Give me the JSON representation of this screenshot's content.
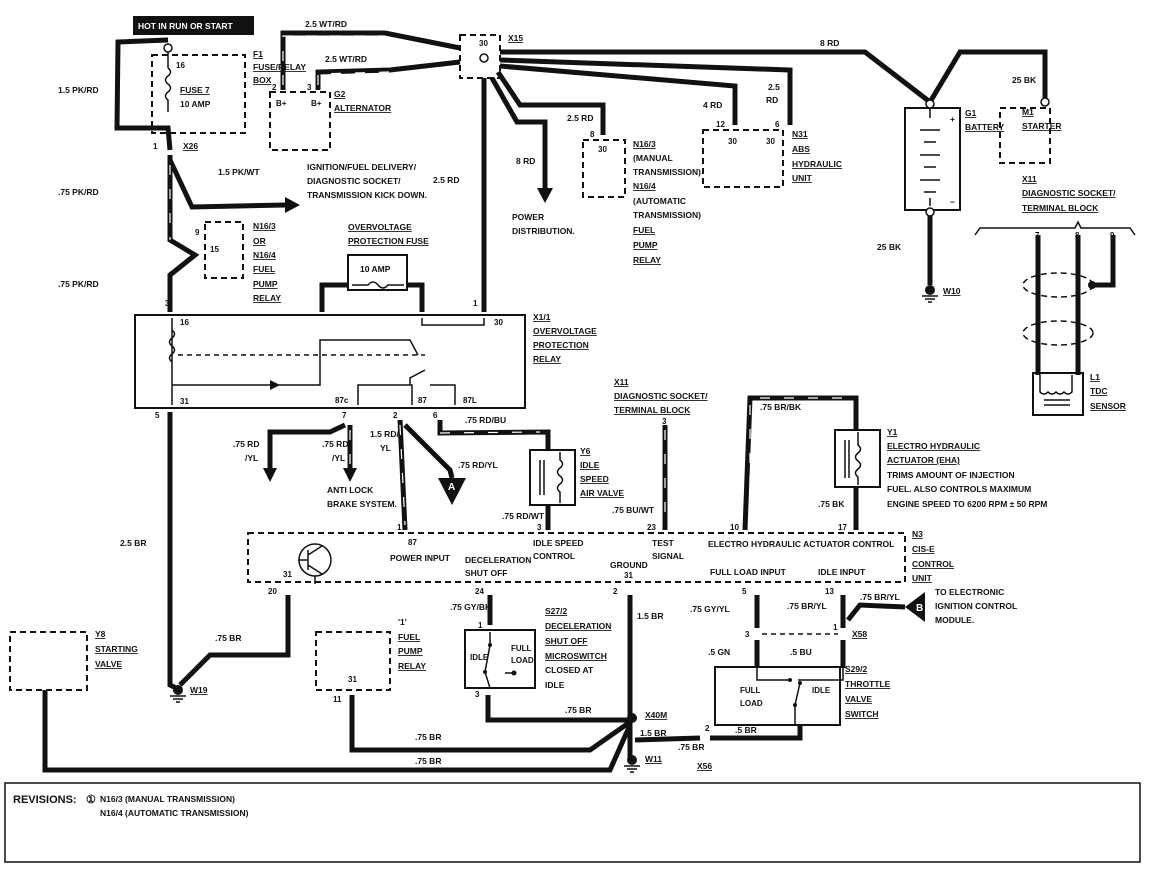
{
  "header": {
    "hot_label": "HOT IN RUN OR START"
  },
  "fuse_box": {
    "id": "F1",
    "name1": "FUSE/RELAY",
    "name2": "BOX",
    "pin": "16",
    "fuse": "FUSE 7",
    "amp": "10 AMP"
  },
  "alternator": {
    "id": "G2",
    "name": "ALTERNATOR",
    "pin2": "2",
    "pin3": "3",
    "b1": "B+",
    "b2": "B+"
  },
  "x15": {
    "id": "X15",
    "pin": "30"
  },
  "battery": {
    "id": "G1",
    "name": "BATTERY",
    "ground": "W10"
  },
  "starter": {
    "id": "M1",
    "name": "STARTER"
  },
  "x11_top": {
    "id": "X11",
    "name1": "DIAGNOSTIC SOCKET/",
    "name2": "TERMINAL BLOCK",
    "pins": [
      "7",
      "8",
      "9"
    ]
  },
  "tdc": {
    "id": "L1",
    "name1": "TDC",
    "name2": "SENSOR"
  },
  "n16_top": {
    "pin_top": "8",
    "pin": "30",
    "lines": [
      "N16/3",
      "(MANUAL",
      "TRANSMISSION)",
      "N16/4",
      "(AUTOMATIC",
      "TRANSMISSION)",
      "FUEL",
      "PUMP",
      "RELAY"
    ]
  },
  "abs": {
    "id": "N31",
    "name1": "ABS",
    "name2": "HYDRAULIC",
    "name3": "UNIT",
    "pin12": "12",
    "pin6": "6",
    "pin_a": "30",
    "pin_b": "30"
  },
  "wires": {
    "w_25wtrd_a": "2.5 WT/RD",
    "w_25wtrd_b": "2.5 WT/RD",
    "w_8rd_top": "8 RD",
    "w_25bk_starter": "25 BK",
    "w_25bk_batt": "25 BK",
    "w_4rd": "4 RD",
    "w_25rd_a": "2.5",
    "w_25rd_b": "RD",
    "w_25rd_n16": "2.5 RD",
    "w_8rd_pd": "8 RD",
    "w_25rd_v": "2.5 RD",
    "w_15pkrd": "1.5 PK/RD",
    "w_15pkwt": "1.5 PK/WT",
    "w_75pkrd_a": ".75 PK/RD",
    "w_75pkrd_b": ".75 PK/RD",
    "w_25br": "2.5 BR",
    "w_75rdyl_a1": ".75 RD",
    "w_75rdyl_a2": "/YL",
    "w_75rdyl_b1": ".75 RD",
    "w_75rdyl_b2": "/YL",
    "w_15rdyl_1": "1.5 RD/",
    "w_15rdyl_2": "YL",
    "w_75rdyl_c": ".75 RD/YL",
    "w_75rdbu": ".75 RD/BU",
    "w_75rdwt": ".75 RD/WT",
    "w_75buwt": ".75 BU/WT",
    "w_75brbk": ".75 BR/BK",
    "w_75bk": ".75 BK",
    "w_75br_w19": ".75 BR",
    "w_75gybk": ".75 GY/BK",
    "w_15br_a": "1.5 BR",
    "w_15br_b": "1.5 BR",
    "w_75br_s27": ".75 BR",
    "w_75br_fp": ".75 BR",
    "w_75br_y8": ".75 BR",
    "w_75br_x56": ".75 BR",
    "w_5br": ".5 BR",
    "w_75gyyl": ".75 GY/YL",
    "w_75bryl_a": ".75 BR/YL",
    "w_75bryl_b": ".75 BR/YL",
    "w_5gn": ".5 GN",
    "w_5bu": ".5 BU"
  },
  "notes": {
    "ignition": [
      "IGNITION/FUEL DELIVERY/",
      "DIAGNOSTIC SOCKET/",
      "TRANSMISSION KICK DOWN."
    ],
    "power_dist": [
      "POWER",
      "DISTRIBUTION."
    ],
    "abs_sys": [
      "ANTI LOCK",
      "BRAKE SYSTEM."
    ],
    "eic": [
      "TO ELECTRONIC",
      "IGNITION CONTROL",
      "MODULE."
    ]
  },
  "x26": {
    "id": "X26",
    "pin": "1"
  },
  "n16_left": {
    "pin9": "9",
    "pin15": "15",
    "lines": [
      "N16/3",
      "OR",
      "N16/4",
      "FUEL",
      "PUMP",
      "RELAY"
    ]
  },
  "ov_fuse": {
    "name1": "OVERVOLTAGE",
    "name2": "PROTECTION FUSE",
    "amp": "10 AMP"
  },
  "relay": {
    "id": "X1/1",
    "lines": [
      "OVERVOLTAGE",
      "PROTECTION",
      "RELAY"
    ],
    "top_pins": [
      "3",
      "1"
    ],
    "inner": [
      "16",
      "30",
      "31",
      "87c",
      "87",
      "87L"
    ],
    "bottom_pins": [
      "5",
      "7",
      "2",
      "6"
    ]
  },
  "markers": {
    "a": "A",
    "b": "B"
  },
  "y6": {
    "id": "Y6",
    "lines": [
      "IDLE",
      "SPEED",
      "AIR VALVE"
    ]
  },
  "x11_mid": {
    "id": "X11",
    "name1": "DIAGNOSTIC SOCKET/",
    "name2": "TERMINAL BLOCK",
    "pin": "3"
  },
  "y1": {
    "id": "Y1",
    "lines": [
      "ELECTRO HYDRAULIC",
      "ACTUATOR (EHA)",
      "TRIMS AMOUNT OF INJECTION",
      "FUEL. ALSO CONTROLS MAXIMUM",
      "ENGINE SPEED TO 6200 RPM ± 50 RPM"
    ]
  },
  "ecu": {
    "id": "N3",
    "lines": [
      "CIS-E",
      "CONTROL",
      "UNIT"
    ],
    "top_pins": [
      "1",
      "3",
      "23",
      "10",
      "17"
    ],
    "inside": {
      "p87": "87",
      "power": "POWER INPUT",
      "decel1": "DECELERATION",
      "decel2": "SHUT OFF",
      "isc1": "IDLE SPEED",
      "isc2": "CONTROL",
      "test1": "TEST",
      "test2": "SIGNAL",
      "gnd": "GROUND",
      "gnd31": "31",
      "eha": "ELECTRO HYDRAULIC ACTUATOR CONTROL",
      "full": "FULL LOAD INPUT",
      "idle": "IDLE INPUT",
      "p31": "31"
    },
    "bottom_pins": [
      "20",
      "24",
      "2",
      "5",
      "13"
    ]
  },
  "w19": "W19",
  "y8": {
    "id": "Y8",
    "lines": [
      "STARTING",
      "VALVE"
    ]
  },
  "fuel_relay": {
    "note": "'1'",
    "lines": [
      "FUEL",
      "PUMP",
      "RELAY"
    ],
    "pin": "31",
    "pin11": "11"
  },
  "s27": {
    "id": "S27/2",
    "lines": [
      "DECELERATION",
      "SHUT OFF",
      "MICROSWITCH",
      "CLOSED AT",
      "IDLE"
    ],
    "idle": "IDLE",
    "full1": "FULL",
    "full2": "LOAD",
    "pin1": "1",
    "pin3": "3"
  },
  "x40m": "X40M",
  "w11": "W11",
  "x56": {
    "id": "X56",
    "pin": "2"
  },
  "x58": {
    "id": "X58",
    "pin3": "3",
    "pin1": "1"
  },
  "s29": {
    "id": "S29/2",
    "lines": [
      "THROTTLE",
      "VALVE",
      "SWITCH"
    ],
    "full1": "FULL",
    "full2": "LOAD",
    "idle": "IDLE"
  },
  "revisions": {
    "label": "REVISIONS:",
    "mark": "①",
    "line1": "N16/3 (MANUAL TRANSMISSION)",
    "line2": "N16/4 (AUTOMATIC TRANSMISSION)"
  }
}
